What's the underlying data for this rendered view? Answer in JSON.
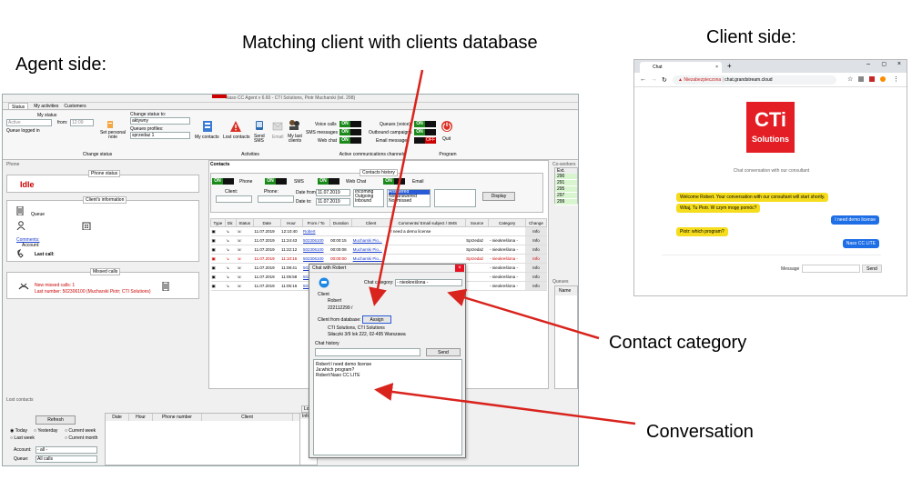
{
  "labels": {
    "agent_side": "Agent side:",
    "client_side": "Client side:",
    "matching": "Matching client with clients database",
    "contact_category": "Contact category",
    "conversation": "Conversation"
  },
  "agent": {
    "title": "Naso CC Agent v 6.60 - CTI Solutions, Piotr Mucharski (tel. 298)",
    "tabs": [
      "Status",
      "My activities",
      "Customers"
    ],
    "ribbon": {
      "my_status": "My status",
      "status_value": "Active",
      "from_label": "from:",
      "from_value": "12:09",
      "queue_logged": "Queue logged in",
      "set_personal_note": "Set personal note",
      "change_status_to": "Change status to:",
      "change_status_value": "aktywny",
      "queues_profiles": "Queues profiles:",
      "queues_profiles_value": "sprzedaz 1",
      "change_status_group": "Change status",
      "my_contacts": "My contacts",
      "lost_contacts": "Lost contacts",
      "send_sms": "Send SMS",
      "email": "Email",
      "my_last_clients": "My last clients",
      "activities_group": "Activities",
      "voice_calls": "Voice calls",
      "sms_messages": "SMS messages",
      "web_chat": "Web chat",
      "queues_voice": "Queues (voice)",
      "outbound_campaigns": "Outbound campaigns",
      "email_messages": "Email messages",
      "channels_group": "Active communications channels",
      "quit": "Quit",
      "program_group": "Program",
      "on": "ON",
      "off": "OFF"
    },
    "phone": {
      "section": "Phone",
      "phone_status": "Phone status",
      "idle": "Idle",
      "clients_information": "Client's information",
      "queue": "Queue",
      "comments": "Comments:",
      "account": "Account:",
      "last_call": "Last call:",
      "missed_calls": "Missed calls",
      "new_missed_call": "New missed calls: 1",
      "last_number": "Last number: 502306100 (Mucharski Piotr; CTI Solutions)"
    },
    "contacts": {
      "tab": "Contacts",
      "contacts_history": "Contacts history",
      "phone": "Phone",
      "sms": "SMS",
      "web_chat": "Web Chat",
      "email": "Email",
      "client_label": "Client:",
      "phone_label": "Phone:",
      "date_from": "Date from:",
      "date_from_value": "11.07.2019",
      "date_to": "Date to:",
      "date_to_value": "11.07.2019",
      "direction_options": [
        "Incoming",
        "Outgoing",
        "Inbound"
      ],
      "status_options": [
        "Answered",
        "Not answered",
        "Not missed"
      ],
      "display": "Display",
      "columns": [
        "Type",
        "Dir.",
        "Status",
        "Date",
        "Hour",
        "From / To",
        "Duration",
        "Client",
        "Comments/ Email subject / SMS",
        "Source",
        "Category",
        "Change"
      ],
      "rows": [
        {
          "date": "11.07.2019",
          "hour": "12:10:40",
          "from": "Robert",
          "duration": "",
          "client": "",
          "comment": "I need a demo license",
          "source": "",
          "category": "",
          "change": "Info",
          "red": false
        },
        {
          "date": "11.07.2019",
          "hour": "11:24:43",
          "from": "502306100",
          "duration": "00:00:15",
          "client": "Mucharski Pio...",
          "comment": "",
          "source": "Sprzedaż",
          "category": "- nieokreślona -",
          "change": "Info",
          "red": false
        },
        {
          "date": "11.07.2019",
          "hour": "11:22:12",
          "from": "502306100",
          "duration": "00:00:08",
          "client": "Mucharski Pio...",
          "comment": "",
          "source": "Sprzedaż",
          "category": "- nieokreślona -",
          "change": "Info",
          "red": false
        },
        {
          "date": "11.07.2019",
          "hour": "11:10:16",
          "from": "502306100",
          "duration": "00:00:00",
          "client": "Mucharski Pio...",
          "comment": "",
          "source": "Sprzedaż",
          "category": "- nieokreślona -",
          "change": "Info",
          "red": true
        },
        {
          "date": "11.07.2019",
          "hour": "11:08:41",
          "from": "502306...",
          "duration": "",
          "client": "",
          "comment": "",
          "source": "",
          "category": "- nieokreślona -",
          "change": "Info",
          "red": false
        },
        {
          "date": "11.07.2019",
          "hour": "11:05:58",
          "from": "502306...",
          "duration": "",
          "client": "",
          "comment": "",
          "source": "",
          "category": "- nieokreślona -",
          "change": "Info",
          "red": false
        },
        {
          "date": "11.07.2019",
          "hour": "11:05:16",
          "from": "502306...",
          "duration": "",
          "client": "",
          "comment": "",
          "source": "",
          "category": "- nieokreślona -",
          "change": "Info",
          "red": false
        }
      ]
    },
    "coworkers": {
      "title": "Co-workers",
      "ext_header": "Ext.",
      "exts": [
        "290",
        "291",
        "295",
        "297",
        "299"
      ],
      "queues": "Queues",
      "name": "Name"
    },
    "lost_contacts": {
      "title": "Lost contacts",
      "refresh": "Refresh",
      "today": "Today",
      "yesterday": "Yesterday",
      "current_week": "Current week",
      "last_week": "Last week",
      "current_month": "Current month",
      "account": "Account:",
      "account_value": "- all -",
      "queue": "Queue:",
      "queue_value": "All calls",
      "columns": [
        "Date",
        "Hour",
        "Phone number",
        "Client",
        "Info"
      ],
      "los_tab": "Los"
    },
    "chat": {
      "title": "Chat with Robert",
      "chat_category": "Chat category:",
      "category_value": "- nieokreślona -",
      "client": "Client",
      "client_name": "Robert",
      "client_phone": "222112299 /",
      "client_from_db": "Client from database:",
      "assign": "Assign",
      "company": "CTI Solutions, CTI Solutions",
      "address": "Siłaczki 3/9 lok 222, 02-495 Warszawa",
      "chat_history": "Chat history",
      "send": "Send",
      "history_lines": [
        "Robert:I need demo license",
        "Ja:which program?",
        "Robert:Naso CC LITE"
      ]
    }
  },
  "browser": {
    "tab_title": "Chat",
    "security": "Niezabezpieczona",
    "url": "chat.grandstream.cloud",
    "logo_top": "CTi",
    "logo_bottom": "Solutions",
    "subtitle": "Chat conversation with our consultant",
    "messages": [
      {
        "text": "Welcome Robert. Your conversation with our consultant will start shortly.",
        "side": "left"
      },
      {
        "text": "Witaj, Tu Piotr. W czym mogę pomóc?",
        "side": "left"
      },
      {
        "text": "I need demo license",
        "side": "right"
      },
      {
        "text": "Piotr: which program?",
        "side": "left"
      },
      {
        "text": "Naso CC LITE",
        "side": "right"
      }
    ],
    "message_label": "Message",
    "send": "Send"
  }
}
